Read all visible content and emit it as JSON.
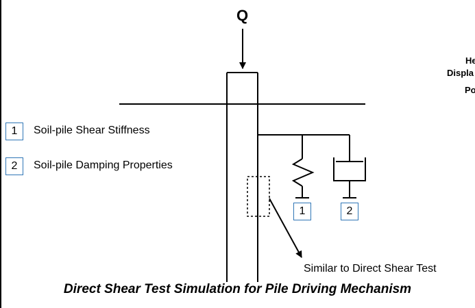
{
  "load": {
    "label": "Q"
  },
  "legend": [
    {
      "number": "1",
      "label": "Soil-pile Shear Stiffness"
    },
    {
      "number": "2",
      "label": "Soil-pile Damping Properties"
    }
  ],
  "callout": {
    "label": "Similar to Direct Shear Test"
  },
  "right_cutoff": {
    "line1": "He",
    "line2": "Displa",
    "line3": "Po"
  },
  "caption": "Direct Shear Test Simulation for Pile Driving Mechanism"
}
